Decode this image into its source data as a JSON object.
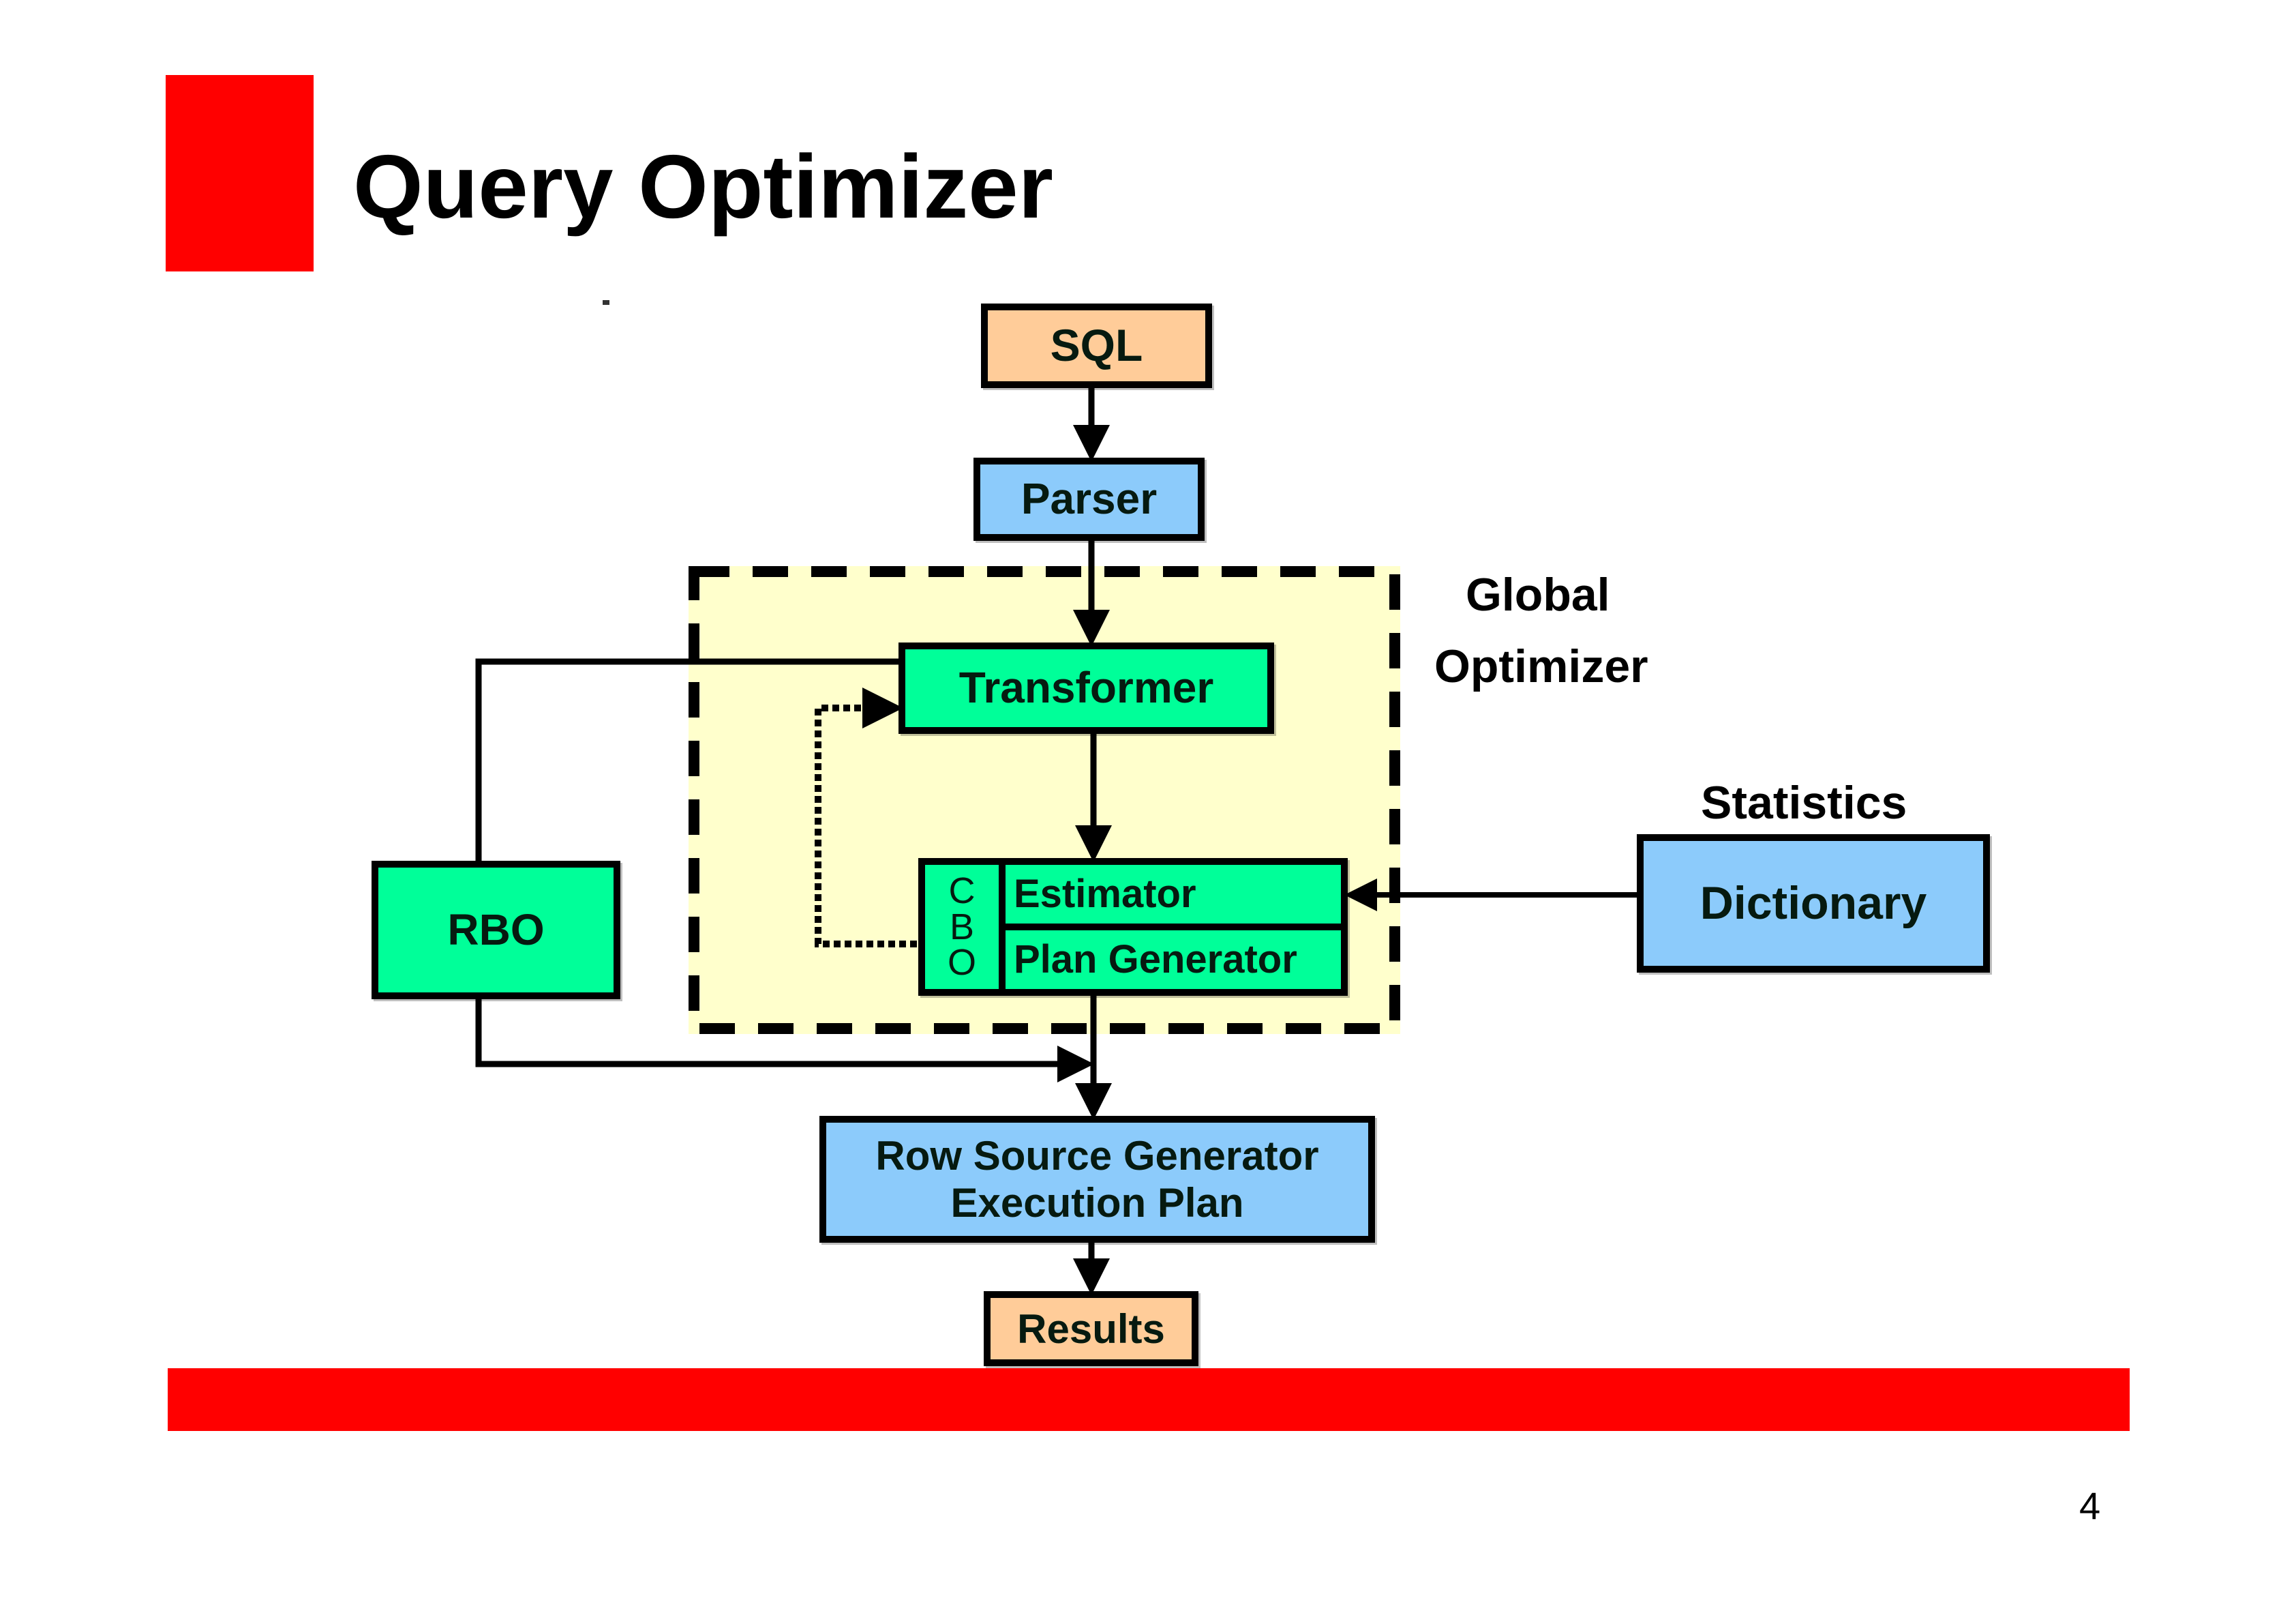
{
  "slide": {
    "title": "Query Optimizer",
    "page_number": "4",
    "accent_color": "#ff0000"
  },
  "diagram": {
    "nodes": {
      "sql": {
        "label": "SQL",
        "color": "#ffcc99"
      },
      "parser": {
        "label": "Parser",
        "color": "#8ccbfb"
      },
      "transformer": {
        "label": "Transformer",
        "color": "#00ff99"
      },
      "cbo": {
        "letters": [
          "C",
          "B",
          "O"
        ],
        "estimator": "Estimator",
        "plan_generator": "Plan Generator",
        "color": "#00ff99"
      },
      "rbo": {
        "label": "RBO",
        "color": "#00ff99"
      },
      "dictionary": {
        "label": "Dictionary",
        "color": "#8ccbfb"
      },
      "row_source": {
        "line1": "Row Source Generator",
        "line2": "Execution Plan",
        "color": "#8ccbfb"
      },
      "results": {
        "label": "Results",
        "color": "#ffcc99"
      }
    },
    "labels": {
      "global": "Global",
      "optimizer": "Optimizer",
      "statistics": "Statistics"
    },
    "region": {
      "name": "Global Optimizer",
      "fill": "#ffffcc",
      "border": "dashed"
    },
    "edges": [
      {
        "from": "SQL",
        "to": "Parser",
        "style": "solid"
      },
      {
        "from": "Parser",
        "to": "Transformer",
        "style": "solid"
      },
      {
        "from": "Transformer",
        "to": "Estimator",
        "style": "solid"
      },
      {
        "from": "Transformer",
        "to": "RBO",
        "style": "solid"
      },
      {
        "from": "CBO",
        "to": "Transformer",
        "style": "dotted"
      },
      {
        "from": "Dictionary",
        "to": "Estimator",
        "style": "solid"
      },
      {
        "from": "Plan Generator",
        "to": "Row Source Generator",
        "style": "solid"
      },
      {
        "from": "RBO",
        "to": "Row Source Generator",
        "style": "solid"
      },
      {
        "from": "Row Source Generator",
        "to": "Results",
        "style": "solid"
      }
    ]
  }
}
